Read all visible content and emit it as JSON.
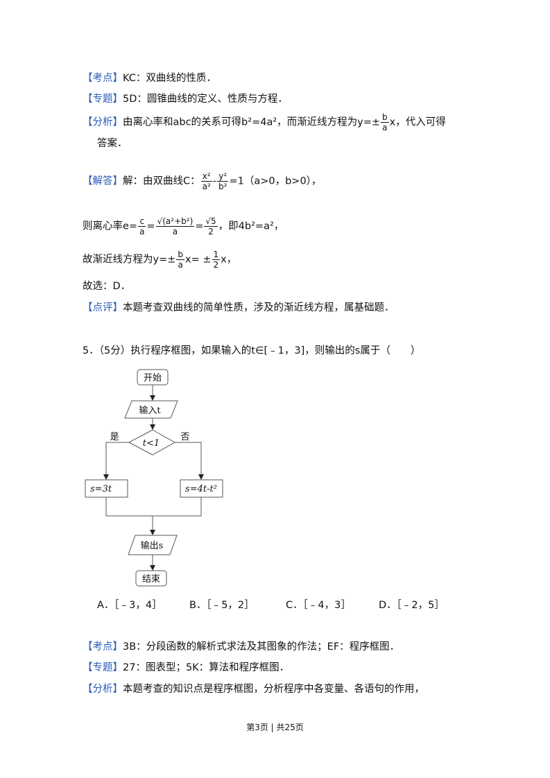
{
  "sections": {
    "kaodian1": {
      "tag": "【考点】",
      "text": "KC：双曲线的性质．"
    },
    "zhuanti1": {
      "tag": "【专题】",
      "text": "5D：圆锥曲线的定义、性质与方程．"
    },
    "fenxi1": {
      "tag": "【分析】",
      "text_a": "由离心率和abc的关系可得b²=4a²，而渐近线方程为y=±",
      "frac_num": "b",
      "frac_den": "a",
      "text_b": "x，代入可得",
      "cont": "答案．"
    },
    "jieda": {
      "tag": "【解答】",
      "text_a": "解：由双曲线C：",
      "f1_num": "x²",
      "f1_den": "a²",
      "minus": "-",
      "f2_num": "y²",
      "f2_den": "b²",
      "text_b": "=1（a>0，b>0），"
    },
    "line_e": {
      "text_a": "则离心率e=",
      "f1_num": "c",
      "f1_den": "a",
      "eq": "=",
      "f2_num": "√(a²+b²)",
      "f2_den": "a",
      "eq2": "=",
      "f3_num": "√5",
      "f3_den": "2",
      "text_b": "，即4b²=a²，"
    },
    "line_asym": {
      "text_a": "故渐近线方程为y=±",
      "f1_num": "b",
      "f1_den": "a",
      "text_b": "x= ±",
      "f2_num": "1",
      "f2_den": "2",
      "text_c": "x，"
    },
    "choose": "故选：D．",
    "dianping": {
      "tag": "【点评】",
      "text": "本题考查双曲线的简单性质，涉及的渐近线方程，属基础题．"
    }
  },
  "question": {
    "text": "5．（5分）执行程序框图，如果输入的t∈[﹣1，3]，则输出的s属于（　　）",
    "flowchart": {
      "start": "开始",
      "input": "输入t",
      "cond": "t<1",
      "yes": "是",
      "no": "否",
      "left": "s=3t",
      "right": "s=4t-t²",
      "output": "输出s",
      "end": "结束"
    },
    "options": [
      "A．［﹣3，4］",
      "B．［﹣5，2］",
      "C．［﹣4，3］",
      "D．［﹣2，5］"
    ]
  },
  "sections2": {
    "kaodian": {
      "tag": "【考点】",
      "text": "3B：分段函数的解析式求法及其图象的作法；EF：程序框图．"
    },
    "zhuanti": {
      "tag": "【专题】",
      "text": "27：图表型；5K：算法和程序框图．"
    },
    "fenxi": {
      "tag": "【分析】",
      "text": "本题考查的知识点是程序框图，分析程序中各变量、各语句的作用，"
    }
  },
  "footer": "第3页 | 共25页"
}
